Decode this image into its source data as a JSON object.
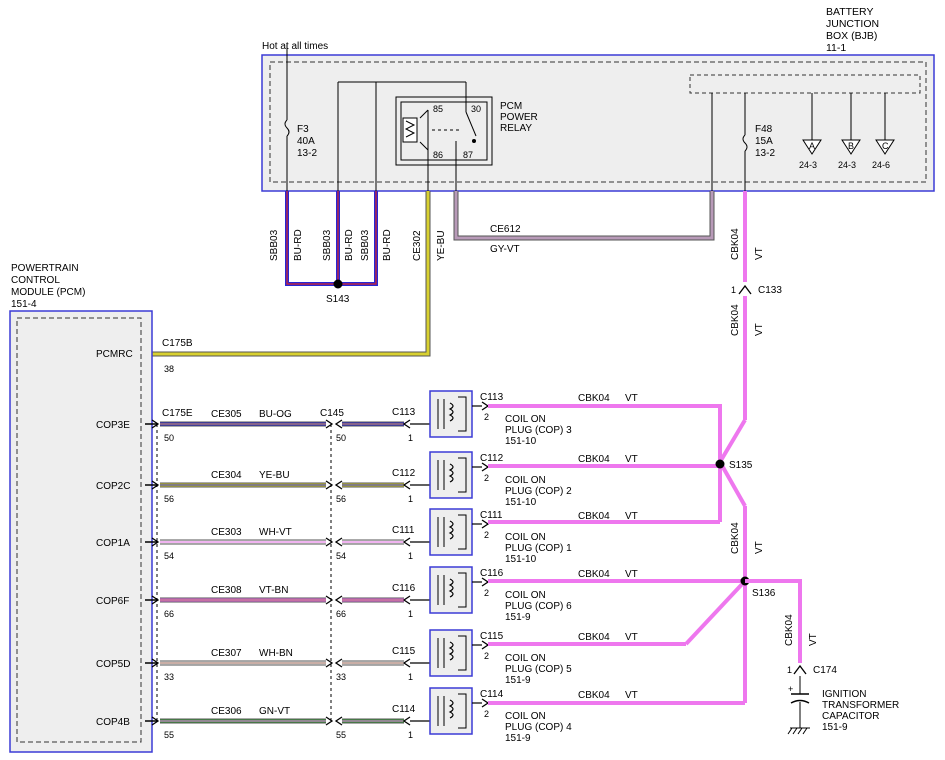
{
  "title": "",
  "colors": {
    "box_border": "#3b3bd6",
    "box_fill": "#eeeeee",
    "vt": "#ee77ee",
    "bu": "#2626d6",
    "rd": "#d62626",
    "ye": "#d8d030",
    "gy": "#8c7a8c",
    "og": "#e8a040",
    "wh": "#f2f2f2",
    "bn": "#a06a5a",
    "gn": "#3a9a3a",
    "wire_outline": "#555555"
  },
  "bjb": {
    "name_line1": "BATTERY",
    "name_line2": "JUNCTION",
    "name_line3": "BOX (BJB)",
    "ref": "11-1",
    "hot_label": "Hot at all times",
    "fuse_f3": {
      "id": "F3",
      "rating": "40A",
      "ref": "13-2"
    },
    "fuse_f48": {
      "id": "F48",
      "rating": "15A",
      "ref": "13-2"
    },
    "relay": {
      "line1": "PCM",
      "line2": "POWER",
      "line3": "RELAY",
      "pin85": "85",
      "pin30": "30",
      "pin86": "86",
      "pin87": "87"
    },
    "grounds": [
      {
        "letter": "A",
        "ref": "24-3"
      },
      {
        "letter": "B",
        "ref": "24-3"
      },
      {
        "letter": "C",
        "ref": "24-6"
      }
    ]
  },
  "pcm": {
    "name_line1": "POWERTRAIN",
    "name_line2": "CONTROL",
    "name_line3": "MODULE (PCM)",
    "ref": "151-4",
    "pins": [
      "PCMRC",
      "COP3E",
      "COP2C",
      "COP1A",
      "COP6F",
      "COP5D",
      "COP4B"
    ]
  },
  "bjb_wires": {
    "sbb03": "SBB03",
    "bu_rd": "BU-RD",
    "splice_s143": "S143",
    "ce302": "CE302",
    "ye_bu": "YE-BU",
    "ce612": "CE612",
    "gy_vt": "GY-VT",
    "cbk04": "CBK04",
    "vt": "VT",
    "c133": "C133",
    "c133_pin": "1"
  },
  "pcmrc": {
    "connector": "C175B",
    "pin": "38"
  },
  "connectors": {
    "c175e": "C175E",
    "c145": "C145",
    "s135": "S135",
    "s136": "S136",
    "c174": "C174",
    "c174_pin": "1",
    "cbk04": "CBK04",
    "vt": "VT"
  },
  "capacitor": {
    "line1": "IGNITION",
    "line2": "TRANSFORMER",
    "line3": "CAPACITOR",
    "ref": "151-9"
  },
  "circuits": [
    {
      "pin": "50",
      "wire": "CE305",
      "color": "BU-OG",
      "c145pin": "50",
      "cop_conn": "C113",
      "cop_pin": "1",
      "out_conn": "C113",
      "out_pin": "2",
      "cop_line1": "COIL ON",
      "cop_line2": "PLUG (COP) 3",
      "cop_ref": "151-10",
      "out_wire": "CBK04",
      "out_color": "VT"
    },
    {
      "pin": "56",
      "wire": "CE304",
      "color": "YE-BU",
      "c145pin": "56",
      "cop_conn": "C112",
      "cop_pin": "1",
      "out_conn": "C112",
      "out_pin": "2",
      "cop_line1": "COIL ON",
      "cop_line2": "PLUG (COP) 2",
      "cop_ref": "151-10",
      "out_wire": "CBK04",
      "out_color": "VT"
    },
    {
      "pin": "54",
      "wire": "CE303",
      "color": "WH-VT",
      "c145pin": "54",
      "cop_conn": "C111",
      "cop_pin": "1",
      "out_conn": "C111",
      "out_pin": "2",
      "cop_line1": "COIL ON",
      "cop_line2": "PLUG (COP) 1",
      "cop_ref": "151-10",
      "out_wire": "CBK04",
      "out_color": "VT"
    },
    {
      "pin": "66",
      "wire": "CE308",
      "color": "VT-BN",
      "c145pin": "66",
      "cop_conn": "C116",
      "cop_pin": "1",
      "out_conn": "C116",
      "out_pin": "2",
      "cop_line1": "COIL ON",
      "cop_line2": "PLUG (COP) 6",
      "cop_ref": "151-9",
      "out_wire": "CBK04",
      "out_color": "VT"
    },
    {
      "pin": "33",
      "wire": "CE307",
      "color": "WH-BN",
      "c145pin": "33",
      "cop_conn": "C115",
      "cop_pin": "1",
      "out_conn": "C115",
      "out_pin": "2",
      "cop_line1": "COIL ON",
      "cop_line2": "PLUG (COP) 5",
      "cop_ref": "151-9",
      "out_wire": "CBK04",
      "out_color": "VT"
    },
    {
      "pin": "55",
      "wire": "CE306",
      "color": "GN-VT",
      "c145pin": "55",
      "cop_conn": "C114",
      "cop_pin": "1",
      "out_conn": "C114",
      "out_pin": "2",
      "cop_line1": "COIL ON",
      "cop_line2": "PLUG (COP) 4",
      "cop_ref": "151-9",
      "out_wire": "CBK04",
      "out_color": "VT"
    }
  ]
}
